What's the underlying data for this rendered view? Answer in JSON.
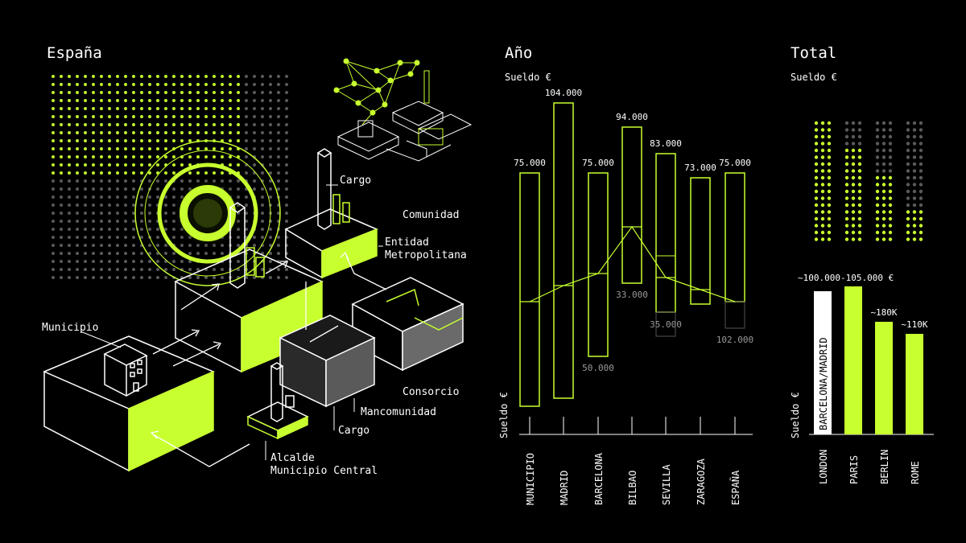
{
  "colors": {
    "accent": "#c8ff2e",
    "background": "#000000",
    "line": "#ffffff",
    "muted": "#9a9a9a"
  },
  "left_panel": {
    "title": "España",
    "labels": {
      "cargo_top": "Cargo",
      "comunidad": "Comunidad",
      "entidad": "Entidad Metropolitana",
      "municipio": "Municipio",
      "consorcio": "Consorcio",
      "mancomunidad": "Mancomunidad",
      "cargo_bottom": "Cargo",
      "alcalde": "Alcalde Municipio Central"
    }
  },
  "middle_panel": {
    "title": "Año",
    "subtitle": "Sueldo €",
    "ylabel": "Sueldo €"
  },
  "right_panel": {
    "title": "Total",
    "subtitle": "Sueldo €",
    "ylabel": "Sueldo €",
    "dot_fill_levels": [
      1.0,
      0.8,
      0.55,
      0.3
    ]
  },
  "chart_data": [
    {
      "type": "bar",
      "title": "Año",
      "subtitle": "Sueldo €",
      "ylabel": "Sueldo €",
      "categories": [
        "MUNICIPIO",
        "MADRID",
        "BARCELONA",
        "BILBAO",
        "SEVILLA",
        "ZARAGOZA",
        "ESPAÑA"
      ],
      "top_labels": [
        "75.000",
        "104.000",
        "75.000",
        "94.000",
        "83.000",
        "73.000",
        "75.000"
      ],
      "bottom_labels": [
        "",
        "",
        "50.000",
        "33.000",
        "35.000",
        "",
        "102.000"
      ],
      "top_values": [
        75000,
        104000,
        75000,
        94000,
        83000,
        73000,
        75000
      ],
      "low_values": [
        null,
        null,
        50000,
        33000,
        35000,
        null,
        102000
      ]
    },
    {
      "type": "bar",
      "title": "Total",
      "subtitle": "Sueldo €",
      "ylabel": "Sueldo €",
      "categories": [
        "LONDON",
        "PARIS",
        "BERLIN",
        "ROME"
      ],
      "bar_labels": [
        "~100.000-105.000 €",
        "",
        "~180K",
        "~110K"
      ],
      "inner_label": "BARCELONA/MADRID",
      "values": [
        100000,
        105000,
        180000,
        110000
      ]
    }
  ]
}
